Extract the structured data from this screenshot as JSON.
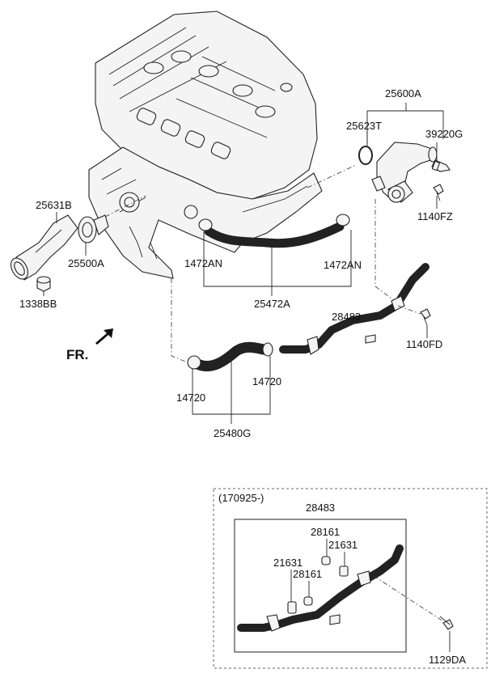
{
  "labels": {
    "p25600A": "25600A",
    "p25623T": "25623T",
    "p39220G": "39220G",
    "p1140FZ": "1140FZ",
    "p25631B": "25631B",
    "p25500A": "25500A",
    "p1338BB": "1338BB",
    "p1472AN_left": "1472AN",
    "p1472AN_right": "1472AN",
    "p25472A": "25472A",
    "p28483": "28483",
    "p1140FD": "1140FD",
    "fr": "FR.",
    "p14720_left": "14720",
    "p14720_right": "14720",
    "p25480G": "25480G"
  },
  "inset": {
    "date_code": "(170925-)",
    "p28483": "28483",
    "p28161_top": "28161",
    "p21631_top": "21631",
    "p21631_left": "21631",
    "p28161_mid": "28161",
    "p1129DA": "1129DA"
  },
  "icons": {
    "fr_arrow": "arrow-down-left-icon"
  }
}
